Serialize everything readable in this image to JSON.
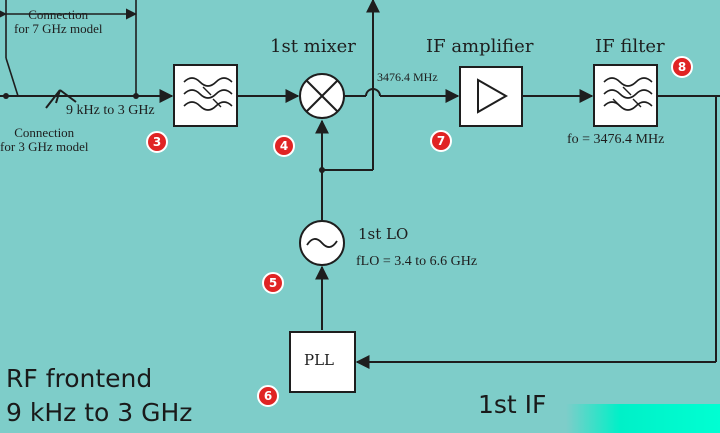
{
  "connections": {
    "seven_ghz": "Connection\nfor 7 GHz model",
    "three_ghz": "Connection\nfor 3 GHz model",
    "input_range": "9 kHz to 3 GHz"
  },
  "blocks": {
    "mixer_title": "1st mixer",
    "mixer_output_freq": "3476.4 MHz",
    "if_amplifier_title": "IF amplifier",
    "if_filter_title": "IF filter",
    "if_filter_center": "fo = 3476.4 MHz",
    "lo_title": "1st LO",
    "lo_range": "fLO = 3.4 to 6.6 GHz",
    "pll_label": "PLL"
  },
  "section": {
    "title": "RF frontend",
    "range": "9 kHz to 3 GHz",
    "if_label": "1st IF"
  },
  "badges": [
    "3",
    "4",
    "5",
    "6",
    "7",
    "8"
  ],
  "colors": {
    "background": "#7ecdc9",
    "badge": "#e02424",
    "line": "#1e1e1e",
    "highlight": "#00ffd2"
  }
}
